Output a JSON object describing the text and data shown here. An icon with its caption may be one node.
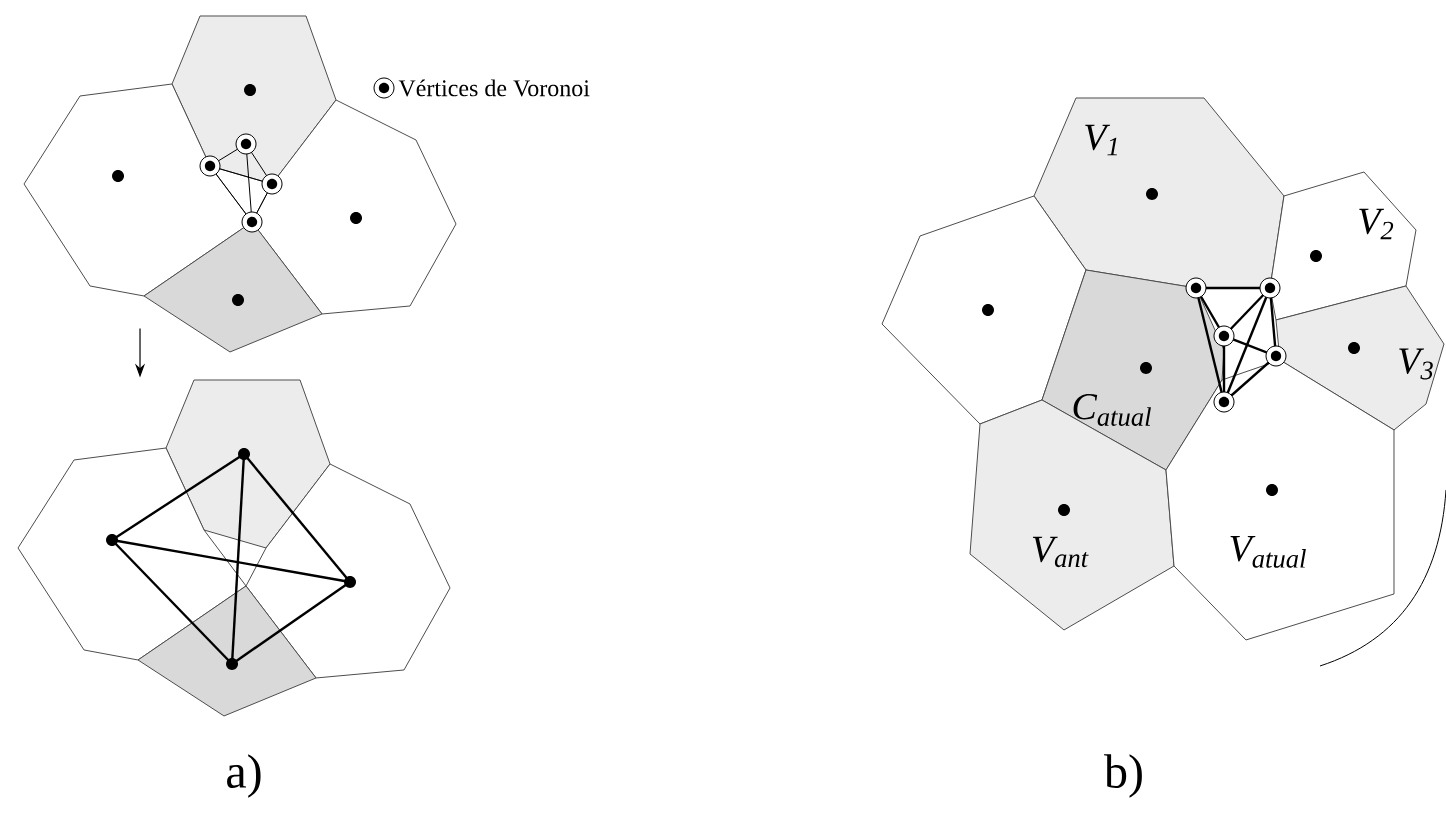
{
  "diagram": {
    "nodes": [
      {
        "text": [],
        "shape": "picture"
      },
      {
        "text": [],
        "shape": "picture"
      },
      {
        "text": [
          "V$_{1}$"
        ]
      },
      {
        "text": [],
        "shape": "polygon"
      },
      {
        "text": [
          "V$_{2}$"
        ]
      },
      {
        "text": [
          "V$_{3}$"
        ]
      },
      {
        "text": [
          "C$_{atual}$"
        ]
      },
      {
        "text": [
          "V$_{ant}$"
        ]
      },
      {
        "text": [
          "V$_{atual}$"
        ]
      }
    ],
    "edges": [
      {
        "from": 0,
        "to": 1,
        "arrow": "to"
      }
    ],
    "labels": [
      "a)",
      "b)"
    ],
    "legend": [
      {
        "text": "Vértices de Voronoi"
      }
    ]
  }
}
